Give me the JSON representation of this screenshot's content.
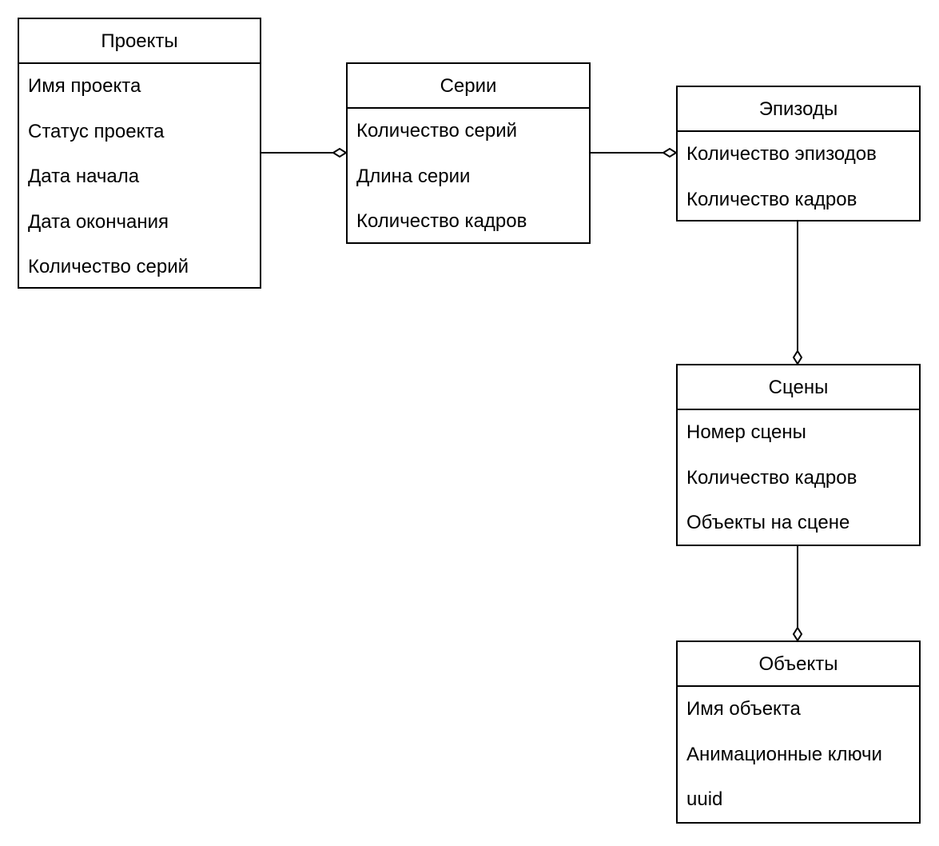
{
  "entities": {
    "projects": {
      "title": "Проекты",
      "attributes": [
        "Имя проекта",
        "Статус проекта",
        "Дата начала",
        "Дата окончания",
        "Количество серий"
      ]
    },
    "series": {
      "title": "Серии",
      "attributes": [
        "Количество серий",
        "Длина серии",
        "Количество кадров"
      ]
    },
    "episodes": {
      "title": "Эпизоды",
      "attributes": [
        "Количество эпизодов",
        "Количество кадров"
      ]
    },
    "scenes": {
      "title": "Сцены",
      "attributes": [
        "Номер сцены",
        "Количество кадров",
        "Объекты на сцене"
      ]
    },
    "objects": {
      "title": "Объекты",
      "attributes": [
        "Имя объекта",
        "Анимационные ключи",
        "uuid"
      ]
    }
  },
  "relations": [
    {
      "from": "projects",
      "to": "series",
      "type": "aggregation"
    },
    {
      "from": "series",
      "to": "episodes",
      "type": "aggregation"
    },
    {
      "from": "episodes",
      "to": "scenes",
      "type": "aggregation"
    },
    {
      "from": "scenes",
      "to": "objects",
      "type": "aggregation"
    }
  ]
}
